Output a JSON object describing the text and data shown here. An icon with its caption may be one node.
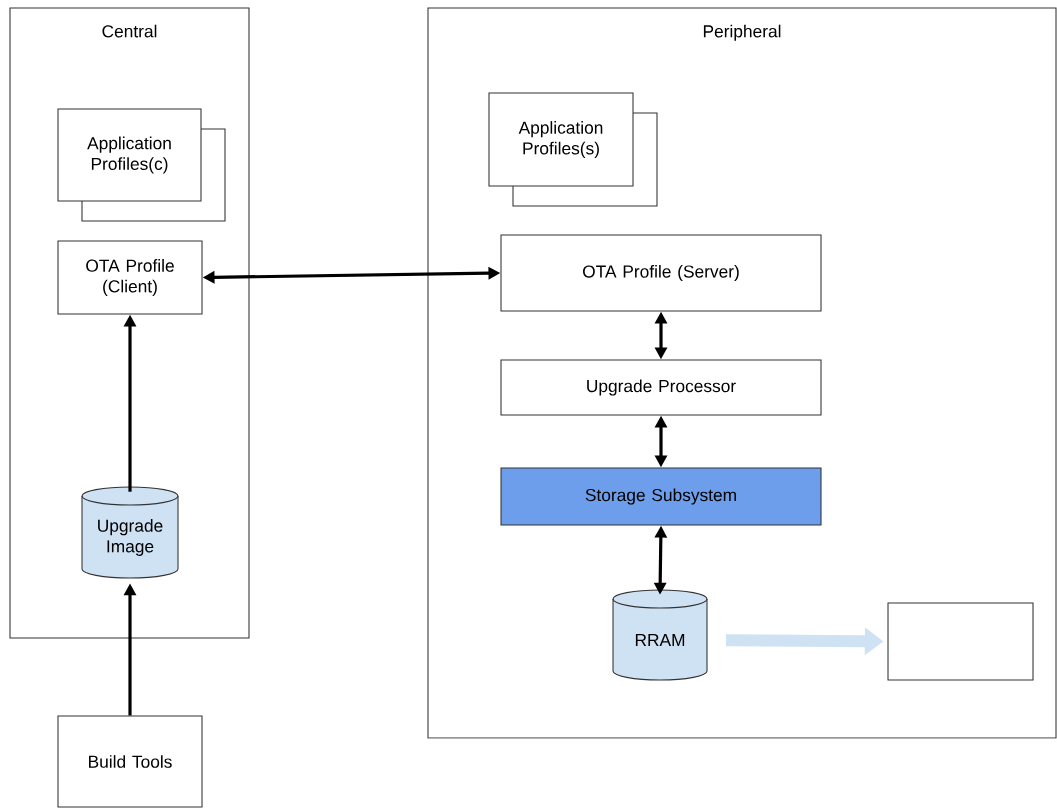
{
  "diagram": {
    "nodes": [
      {
        "text": [
          "Central"
        ]
      },
      {
        "text": [
          "Application Profiles(c)"
        ],
        "in": 0
      },
      {
        "text": [
          "OTA Profile (Client)"
        ],
        "in": 0
      },
      {
        "text": [
          "Upgrade Image"
        ],
        "in": 0
      },
      {
        "text": [
          "Peripheral"
        ]
      },
      {
        "text": [
          "Application Profiles(s)"
        ],
        "in": 4
      },
      {
        "text": [
          "OTA Profile (Server)"
        ],
        "in": 4
      },
      {
        "text": [
          "Upgrade Processor"
        ],
        "in": 4
      },
      {
        "text": [
          "Storage Subsystem"
        ],
        "in": 4
      },
      {
        "text": [
          "RRAM"
        ],
        "in": 4
      },
      {
        "text": [],
        "shape": "box",
        "in": 4
      },
      {
        "text": [
          "Build Tools"
        ]
      }
    ],
    "edges": [
      {
        "from": 2,
        "to": 6,
        "arrow": "both"
      },
      {
        "from": 6,
        "to": 7,
        "arrow": "both"
      },
      {
        "from": 7,
        "to": 8,
        "arrow": "both"
      },
      {
        "from": 8,
        "to": 9,
        "arrow": "both"
      },
      {
        "from": 9,
        "to": 10,
        "arrow": "to",
        "style": "thick",
        "color": "#cfe2f3"
      },
      {
        "from": 3,
        "to": 2,
        "arrow": "to"
      },
      {
        "from": 11,
        "to": 3,
        "arrow": "to"
      }
    ]
  }
}
